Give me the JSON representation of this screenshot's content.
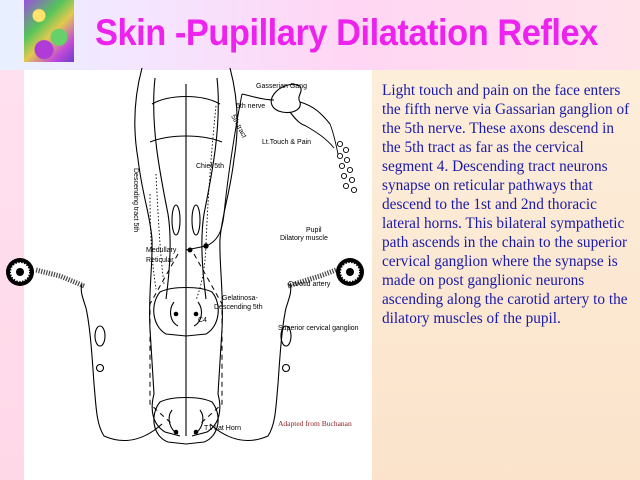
{
  "title": "Skin -Pupillary Dilatation Reflex",
  "description": " Light touch and pain on the face enters the fifth nerve via Gassarian ganglion of the 5th nerve.  These axons descend  in the 5th tract as far as the cervical segment 4. Descending tract neurons synapse on reticular pathways that descend to the 1st and 2nd thoracic lateral horns.  This bilateral sympathetic path ascends in the chain to the superior cervical  ganglion where the synapse is made on post ganglionic neurons ascending along the carotid artery to the dilatory muscles of the pupil.",
  "diagram": {
    "labels": {
      "gasserian": "Gasserian Gang",
      "fifth_nerve": "5th nerve",
      "lt_touch_pain": "Lt.Touch & Pain",
      "chief_5th": "Chief 5th",
      "descending_tract": "Descending tract 5th",
      "fifth_tract": "5th tract",
      "medullary": "Medullary",
      "reticular": "Reticular",
      "pupil": "Pupil",
      "dilatory_muscle": "Dilatory muscle",
      "carotid_artery": "Carotid artery",
      "gelatinosa": "Gelatinosa-",
      "descending_5th": "Descending 5th",
      "c4": "C4",
      "sup_cerv_ganglion": "Superior cervical ganglion",
      "t1_lat_horn": "T1 Lat Horn",
      "credit": "Adapted from Buchanan"
    }
  },
  "colors": {
    "title": "#ee22ee",
    "body_text": "#1a1aa8",
    "credit": "#8a1a1a"
  }
}
